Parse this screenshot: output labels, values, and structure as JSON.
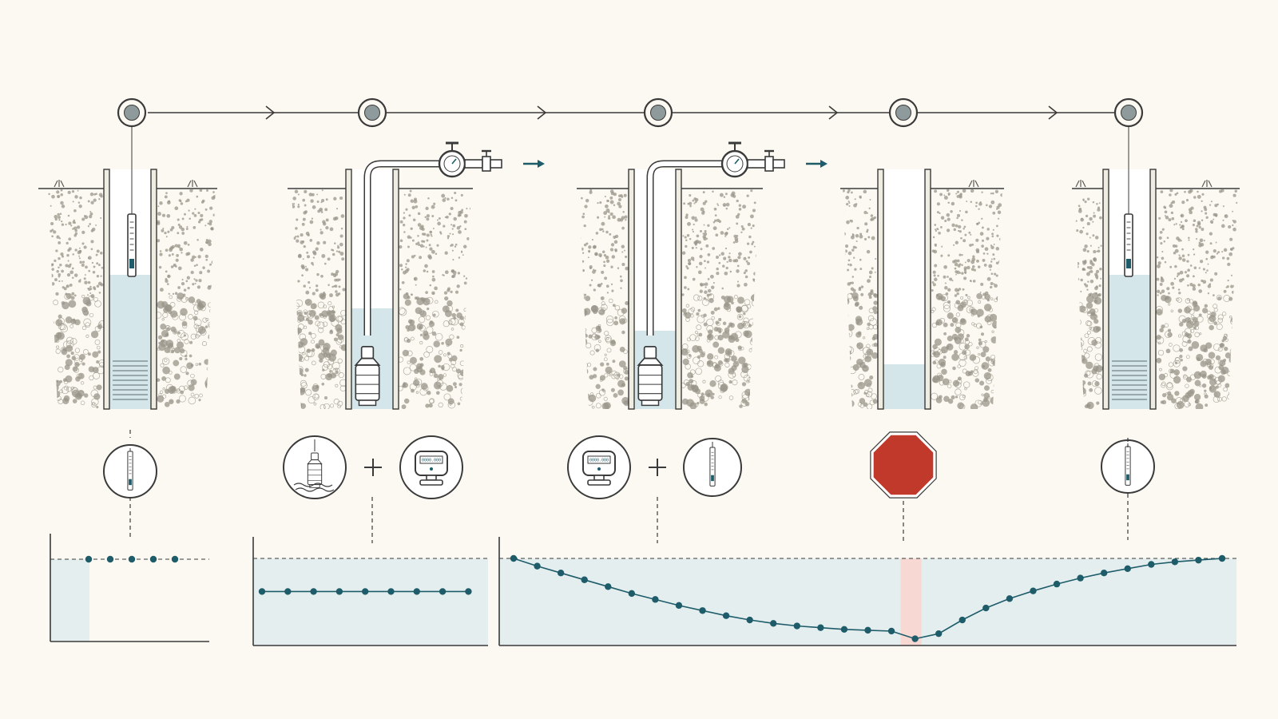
{
  "colors": {
    "background": "#fbf9f1",
    "ink": "#3a3a3a",
    "teal": "#1e5c6a",
    "water": "#d4e6ea",
    "chart_fill": "#e4eeef",
    "stop": "#c0392b",
    "stop_band": "#f7d8d2",
    "soil_dot": "#9a958a"
  },
  "icons": {
    "stage_node": "stage-node-icon",
    "water_level_meter": "water-level-meter-icon",
    "submersible_pump": "submersible-pump-icon",
    "flow_meter": "flow-meter-icon",
    "stop_sign": "stop-sign-icon",
    "plus": "plus-icon"
  },
  "flow_meter_display": "0000.000",
  "stages": [
    {
      "id": "static-level",
      "water_level_fraction": 0.6,
      "pump": false,
      "discharge": false,
      "meter_probe": true,
      "indicators": [
        "water_level_meter"
      ]
    },
    {
      "id": "pumping-start",
      "water_level_fraction": 0.45,
      "pump": true,
      "discharge": true,
      "meter_probe": false,
      "indicators": [
        "submersible_pump",
        "flow_meter"
      ]
    },
    {
      "id": "drawdown",
      "water_level_fraction": 0.35,
      "pump": true,
      "discharge": true,
      "meter_probe": false,
      "indicators": [
        "flow_meter",
        "water_level_meter"
      ]
    },
    {
      "id": "pump-stop",
      "water_level_fraction": 0.2,
      "pump": false,
      "discharge": false,
      "meter_probe": false,
      "indicators": [
        "stop_sign"
      ]
    },
    {
      "id": "recovery",
      "water_level_fraction": 0.6,
      "pump": false,
      "discharge": false,
      "meter_probe": true,
      "indicators": [
        "water_level_meter"
      ]
    }
  ],
  "chart_data": [
    {
      "type": "scatter",
      "id": "static-water-level",
      "x": [
        1,
        2,
        3,
        4,
        5
      ],
      "y": [
        0,
        0,
        0,
        0,
        0
      ],
      "reference_level": 0,
      "grid": false
    },
    {
      "type": "scatter",
      "id": "flow-rate",
      "x": [
        1,
        2,
        3,
        4,
        5,
        6,
        7,
        8,
        9
      ],
      "y": [
        0.38,
        0.38,
        0.38,
        0.38,
        0.38,
        0.38,
        0.38,
        0.38,
        0.38
      ],
      "reference_level": 0,
      "grid": false
    },
    {
      "type": "line",
      "id": "drawdown-and-recovery",
      "x": [
        0,
        1,
        2,
        3,
        4,
        5,
        6,
        7,
        8,
        9,
        10,
        11,
        12,
        13,
        14,
        15,
        16,
        17,
        18,
        19,
        20,
        21,
        22,
        23,
        24,
        25,
        26,
        27,
        28,
        29,
        30
      ],
      "y": [
        0,
        0.09,
        0.17,
        0.25,
        0.33,
        0.41,
        0.48,
        0.55,
        0.61,
        0.67,
        0.72,
        0.76,
        0.79,
        0.81,
        0.83,
        0.84,
        0.85,
        0.94,
        0.88,
        0.72,
        0.58,
        0.47,
        0.38,
        0.3,
        0.23,
        0.17,
        0.12,
        0.07,
        0.04,
        0.02,
        0
      ],
      "pump_stop_index": 17,
      "reference_level": 0,
      "grid": false
    }
  ]
}
